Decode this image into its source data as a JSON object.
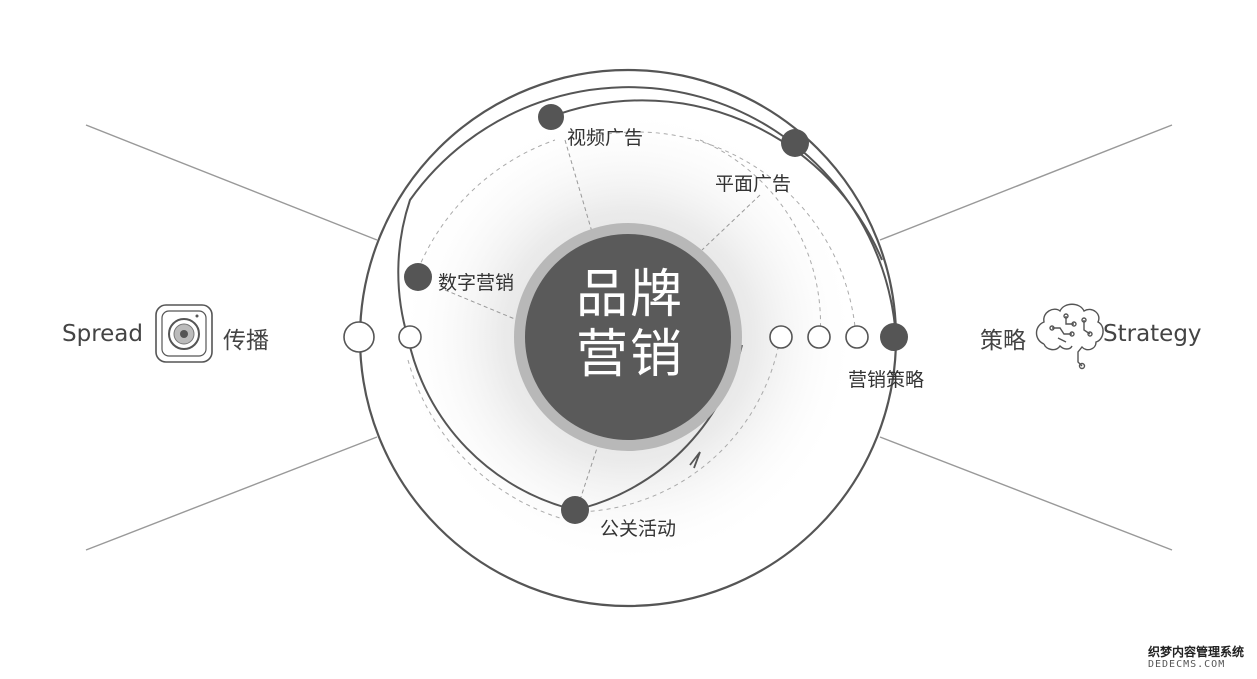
{
  "center": {
    "line1": "品牌",
    "line2": "营销"
  },
  "nodes": {
    "video_ads": "视频广告",
    "print_ads": "平面广告",
    "digital_marketing": "数字营销",
    "marketing_strategy": "营销策略",
    "pr_events": "公关活动"
  },
  "left": {
    "label_en": "Spread",
    "label_cn": "传播",
    "icon": "speaker-app-icon"
  },
  "right": {
    "label_cn": "策略",
    "label_en": "Strategy",
    "icon": "brain-circuit-icon"
  },
  "watermark": {
    "cn": "织梦内容管理系统",
    "en": "DEDECMS.COM"
  },
  "colors": {
    "primary": "#555555",
    "ring": "#b5b5b5",
    "line": "#999999",
    "dashed": "#aaaaaa"
  }
}
